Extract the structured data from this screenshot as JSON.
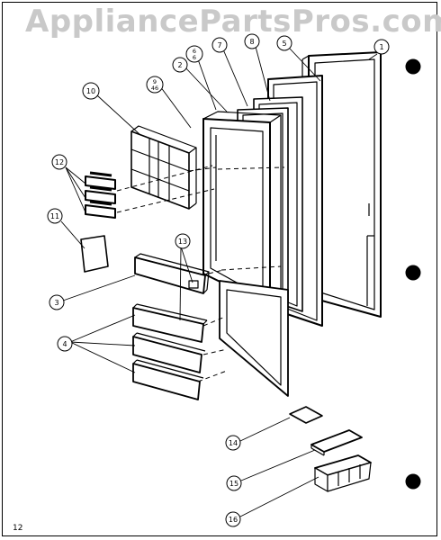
{
  "watermark": "AppliancePartsPros.com",
  "page_number": "12",
  "callouts": {
    "c1": "1",
    "c2": "2",
    "c3": "3",
    "c4": "4",
    "c5": "5",
    "c6": "6",
    "c6b": "6",
    "c7": "7",
    "c8": "8",
    "c9": "9",
    "c9b": "46",
    "c10": "10",
    "c11": "11",
    "c12": "12",
    "c13": "13",
    "c14": "14",
    "c15": "15",
    "c16": "16"
  },
  "colors": {
    "ink": "#000000",
    "watermark": "#c9c9c9",
    "paper": "#ffffff"
  }
}
